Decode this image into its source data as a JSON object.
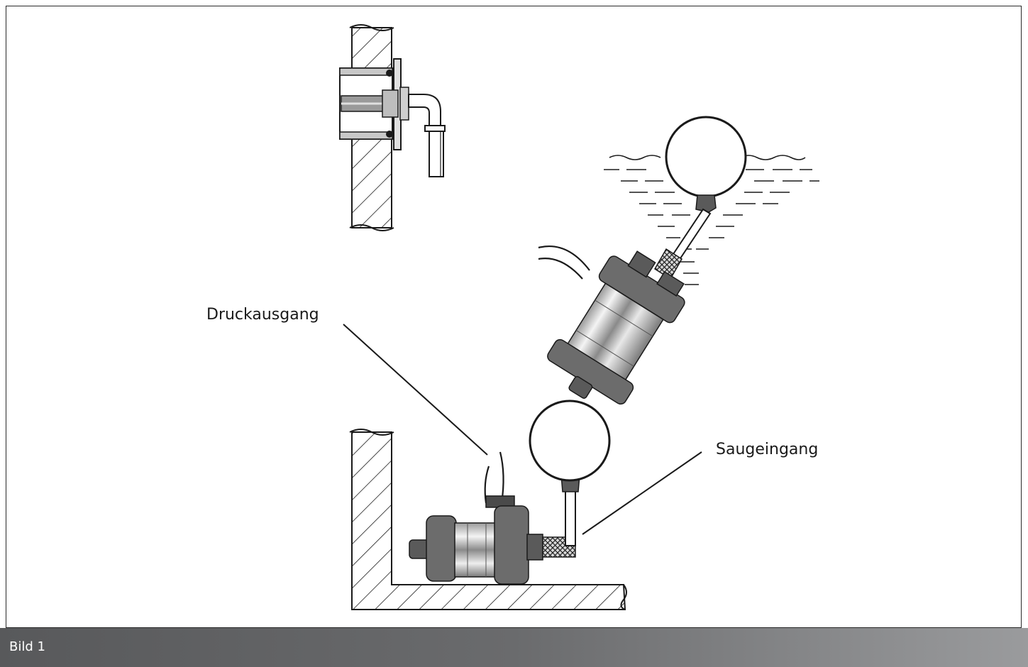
{
  "figure": {
    "label_pressure_outlet": "Druckausgang",
    "label_suction_inlet": "Saugeingang"
  },
  "caption": {
    "text": "Bild 1"
  },
  "colors": {
    "caption_bar_start": "#58595b",
    "caption_bar_end": "#9a9b9d",
    "line": "#1a1a1a",
    "pump_body": "#707070"
  }
}
